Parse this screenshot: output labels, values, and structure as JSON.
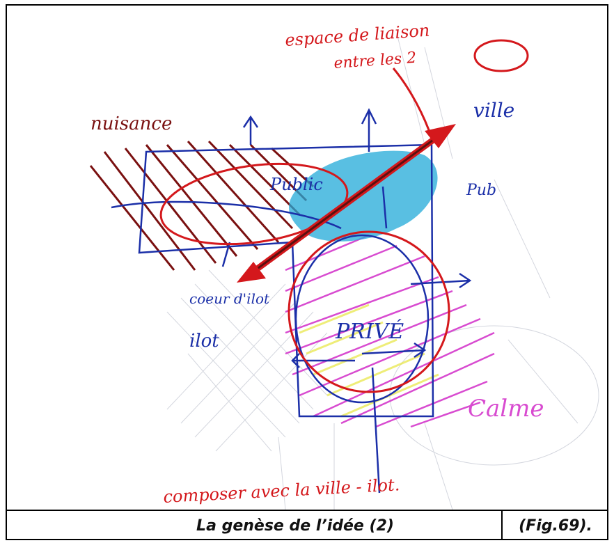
{
  "labels": {
    "top_note_line1": "espace de liaison",
    "top_note_line2": "entre les 2",
    "ville": "ville",
    "nuisance": "nuisance",
    "public": "Public",
    "pub": "Pub",
    "coeur_ilot": "coeur d'ilot",
    "ilot": "ilot",
    "prive": "PRIVÉ",
    "calme": "Calme",
    "bottom_note": "composer avec la ville - ilot."
  },
  "caption": {
    "title": "La genèse de l’idée (2)",
    "figure": "(Fig.69)."
  },
  "colors": {
    "red": "#d4181c",
    "blue": "#1b2fa8",
    "cyan": "#22a9d8",
    "magenta": "#d84bd0",
    "dark_red": "#7a1010",
    "yellow": "#e8e640"
  }
}
